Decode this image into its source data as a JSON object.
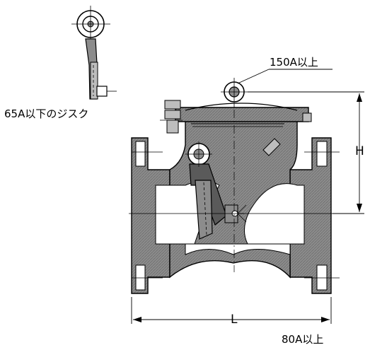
{
  "labels": {
    "small_disc_note": "65A以下のジスク",
    "large_handle_note": "150A以上",
    "height_dim": "H",
    "length_dim": "L",
    "size_note": "80A以上"
  },
  "colors": {
    "line": "#000000",
    "body_fill": "#8c8c8c",
    "dark_fill": "#5a5a5a",
    "light_fill": "#bdbdbd",
    "background": "#ffffff"
  }
}
